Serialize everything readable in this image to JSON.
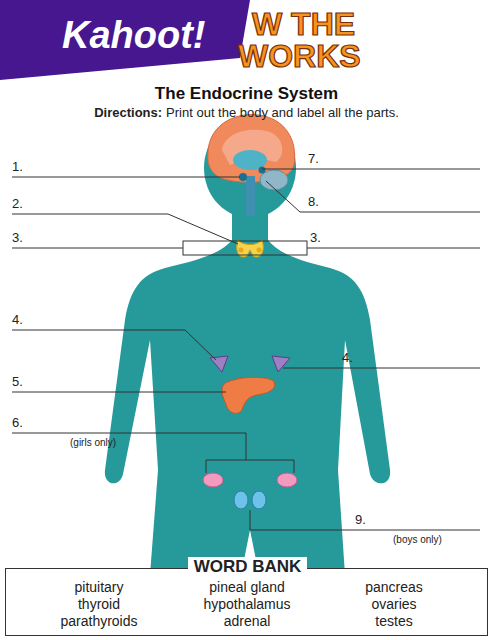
{
  "diagram": {
    "title": "The Endocrine System",
    "nodes": [
      {
        "text": [
          "WORD BANK",
          "pituitary",
          "thyroid",
          "parathyroids",
          "pineal gland",
          "hypothalamus",
          "adrenal",
          "pancreas",
          "ovaries",
          "testes"
        ]
      }
    ],
    "labels": [
      "Kahoot!",
      "W THE",
      "WORKS",
      "Directions:",
      "Print out the body and label all the parts.",
      "1.",
      "2.",
      "3.",
      "3.",
      "4.",
      "4.",
      "5.",
      "6.",
      "(girls only)",
      "7.",
      "8.",
      "9.",
      "(boys only)"
    ]
  }
}
